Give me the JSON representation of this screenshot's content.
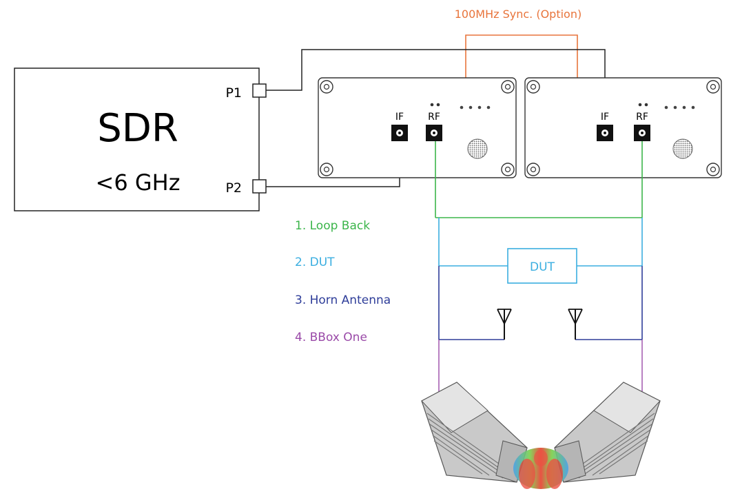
{
  "sdr": {
    "title": "SDR",
    "subtitle": "<6 GHz",
    "port1": "P1",
    "port2": "P2"
  },
  "sync": {
    "label": "100MHz Sync. (Option)",
    "color": "#e8743b"
  },
  "units": [
    {
      "if_label": "IF",
      "rf_label": "RF"
    },
    {
      "if_label": "IF",
      "rf_label": "RF"
    }
  ],
  "legend": [
    {
      "text": "1. Loop Back",
      "color": "#3bb54a"
    },
    {
      "text": "2. DUT",
      "color": "#3aaee0"
    },
    {
      "text": "3. Horn Antenna",
      "color": "#2e3d99"
    },
    {
      "text": "4. BBox One",
      "color": "#9a4aa8"
    }
  ],
  "dut": {
    "label": "DUT"
  }
}
